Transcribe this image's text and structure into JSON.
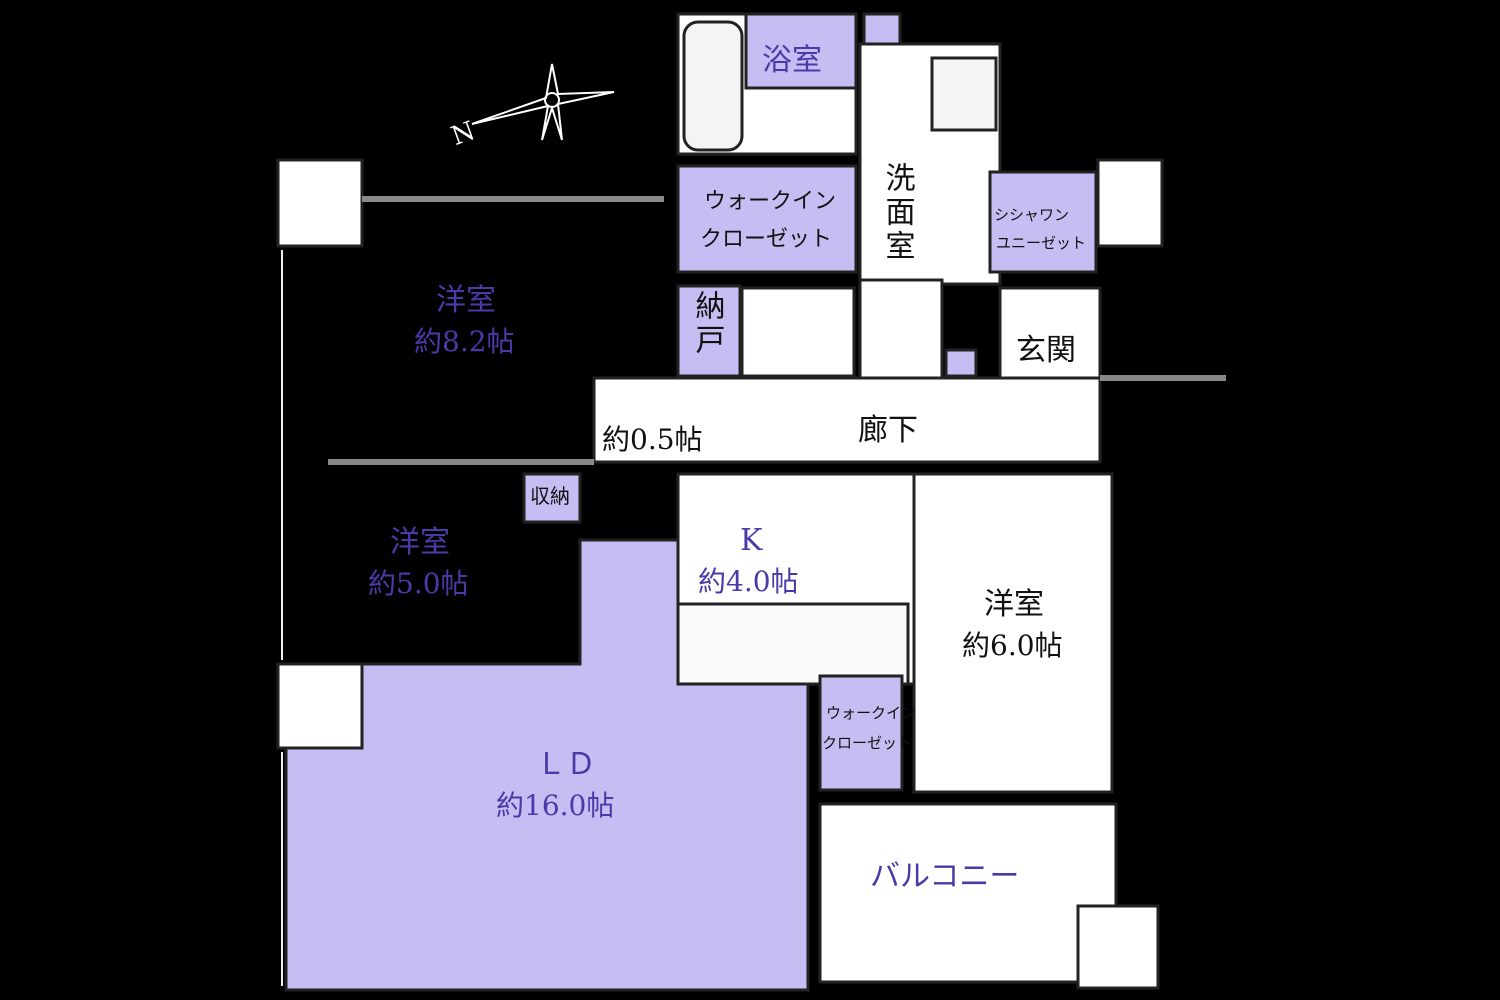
{
  "colors": {
    "background": "#000000",
    "floor": "#ffffff",
    "highlight_room": "#c6bdf2",
    "wall": "#111111",
    "room_label_purple": "#4a3aa8",
    "room_label_black": "#111111"
  },
  "compass": {
    "north_label": "N"
  },
  "rooms": {
    "bath": {
      "name": "浴室"
    },
    "wic_top": {
      "line1": "ウォークイン",
      "line2": "クローゼット"
    },
    "washroom": {
      "name": "洗面室"
    },
    "shower_closet": {
      "line1": "シシャワン",
      "line2": "ユニーゼット"
    },
    "western_82": {
      "name": "洋室",
      "size": "約8.2帖"
    },
    "storage_nando": {
      "name": "納戸"
    },
    "entrance": {
      "name": "玄関"
    },
    "hallway": {
      "name": "廊下"
    },
    "nando_size": {
      "size": "約0.5帖"
    },
    "closet_small": {
      "name": "収納"
    },
    "western_50": {
      "name": "洋室",
      "size": "約5.0帖"
    },
    "kitchen": {
      "name": "K",
      "size": "約4.0帖"
    },
    "western_60": {
      "name": "洋室",
      "size": "約6.0帖"
    },
    "wic_bottom": {
      "line1": "ウォークイン",
      "line2": "クローゼット"
    },
    "ld": {
      "name": "ＬＤ",
      "size": "約16.0帖"
    },
    "balcony": {
      "name": "バルコニー"
    }
  }
}
